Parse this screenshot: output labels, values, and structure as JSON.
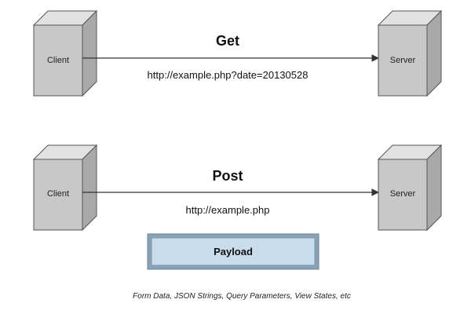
{
  "get_flow": {
    "method": "Get",
    "url": "http://example.php?date=20130528",
    "client_label": "Client",
    "server_label": "Server"
  },
  "post_flow": {
    "method": "Post",
    "url": "http://example.php",
    "client_label": "Client",
    "server_label": "Server",
    "payload_label": "Payload"
  },
  "caption": "Form Data, JSON Strings, Query Parameters, View States, etc",
  "colors": {
    "box_front": "#c8c8c8",
    "box_top": "#e2e2e2",
    "box_side": "#a9a9a9",
    "outline": "#555555",
    "payload_fill": "#c9dcec",
    "payload_border": "#8aa2b6"
  }
}
